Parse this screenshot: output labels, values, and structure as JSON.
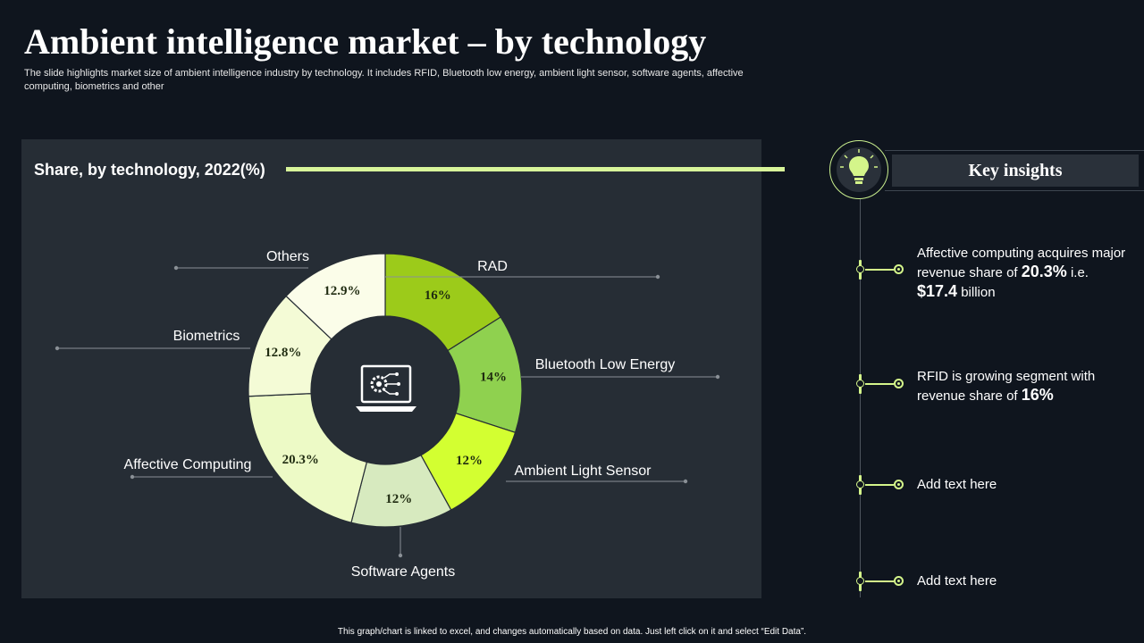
{
  "slide": {
    "title": "Ambient intelligence market – by technology",
    "subtitle": "The slide highlights market size of ambient intelligence industry by technology. It includes RFID, Bluetooth low energy, ambient light sensor, software agents, affective computing, biometrics and other",
    "footer": "This graph/chart is linked to excel, and changes automatically based on data. Just left click on it and select “Edit Data”."
  },
  "chart_data": {
    "type": "pie",
    "variant": "donut",
    "title": "Share, by technology, 2022(%)",
    "center_icon": "laptop-chip-icon",
    "unit": "%",
    "slices": [
      {
        "label": "RAD",
        "value": 16,
        "display": "16%",
        "color": "#9ccb1a"
      },
      {
        "label": "Bluetooth Low Energy",
        "value": 14,
        "display": "14%",
        "color": "#8fd14f"
      },
      {
        "label": "Ambient Light Sensor",
        "value": 12,
        "display": "12%",
        "color": "#d3ff31"
      },
      {
        "label": "Software Agents",
        "value": 12,
        "display": "12%",
        "color": "#d7eabf"
      },
      {
        "label": "Affective Computing",
        "value": 20.3,
        "display": "20.3%",
        "color": "#edfac6"
      },
      {
        "label": "Biometrics",
        "value": 12.8,
        "display": "12.8%",
        "color": "#f4fbd6"
      },
      {
        "label": "Others",
        "value": 12.9,
        "display": "12.9%",
        "color": "#fbfde9"
      }
    ]
  },
  "insights": {
    "header": "Key insights",
    "icon": "lightbulb-icon",
    "items": [
      {
        "line1": "Affective computing acquires major revenue share of",
        "bold1": "20.3%",
        "mid": " i.e. ",
        "bold2": "$17.4",
        "tail": " billion"
      },
      {
        "line1": "RFID is growing segment with revenue share of",
        "bold1": "16%"
      },
      {
        "text": "Add text here"
      },
      {
        "text": "Add text here"
      }
    ]
  }
}
